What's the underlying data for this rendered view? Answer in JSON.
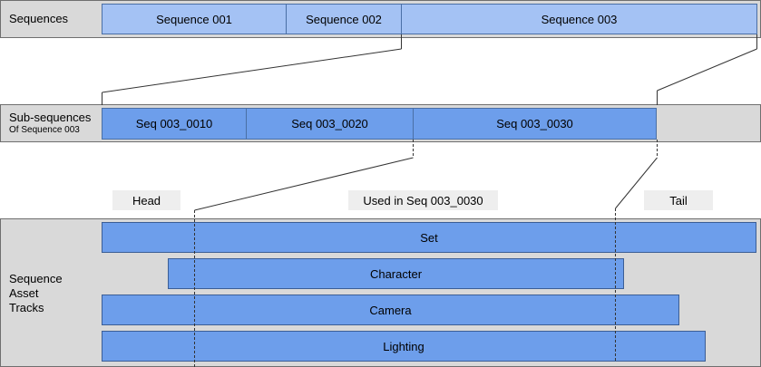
{
  "sequences": {
    "label": "Sequences",
    "items": [
      "Sequence 001",
      "Sequence 002",
      "Sequence 003"
    ]
  },
  "subsequences": {
    "label": "Sub-sequences",
    "sublabel": "Of Sequence 003",
    "items": [
      "Seq 003_0010",
      "Seq 003_0020",
      "Seq 003_0030"
    ]
  },
  "markers": {
    "head": "Head",
    "used": "Used in Seq 003_0030",
    "tail": "Tail"
  },
  "tracks": {
    "label_lines": [
      "Sequence",
      "Asset",
      "Tracks"
    ],
    "items": [
      "Set",
      "Character",
      "Camera",
      "Lighting"
    ]
  },
  "colors": {
    "band": "#d9d9d9",
    "sequence": "#a4c2f4",
    "subsequence": "#6d9eeb",
    "track": "#6d9eeb"
  }
}
